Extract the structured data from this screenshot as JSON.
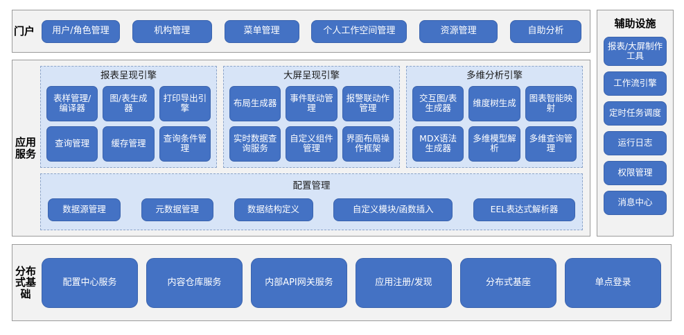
{
  "portal": {
    "label": "门户",
    "items": [
      {
        "label": "用户/角色管理",
        "w": "p-w1"
      },
      {
        "label": "机构管理",
        "w": "p-w2"
      },
      {
        "label": "菜单管理",
        "w": "p-w3"
      },
      {
        "label": "个人工作空间管理",
        "w": "p-w4"
      },
      {
        "label": "资源管理",
        "w": "p-w5"
      },
      {
        "label": "自助分析",
        "w": "p-w6"
      }
    ]
  },
  "app_services": {
    "label": "应用服务",
    "engines": [
      {
        "title": "报表呈现引擎",
        "items": [
          "表样管理/编译器",
          "图/表生成器",
          "打印导出引擎",
          "查询管理",
          "缓存管理",
          "查询条件管理"
        ]
      },
      {
        "title": "大屏呈现引擎",
        "items": [
          "布局生成器",
          "事件联动管理",
          "报警联动作管理",
          "实时数据查询服务",
          "自定义组件管理",
          "界面布局操作框架"
        ]
      },
      {
        "title": "多维分析引擎",
        "items": [
          "交互图/表生成器",
          "维度树生成",
          "图表智能映射",
          "MDX语法生成器",
          "多维模型解析",
          "多维查询管理"
        ]
      }
    ],
    "config": {
      "title": "配置管理",
      "items": [
        {
          "label": "数据源管理",
          "w": "c-w1"
        },
        {
          "label": "元数据管理",
          "w": "c-w2"
        },
        {
          "label": "数据结构定义",
          "w": "c-w3"
        },
        {
          "label": "自定义模块/函数插入",
          "w": "c-w4"
        },
        {
          "label": "EEL表达式解析器",
          "w": "c-w5"
        }
      ]
    }
  },
  "aux": {
    "title": "辅助设施",
    "items": [
      {
        "label": "报表/大屏制作工具",
        "tall": true
      },
      {
        "label": "工作流引擎",
        "tall": false
      },
      {
        "label": "定时任务调度",
        "tall": false
      },
      {
        "label": "运行日志",
        "tall": false
      },
      {
        "label": "权限管理",
        "tall": false
      },
      {
        "label": "消息中心",
        "tall": false
      }
    ]
  },
  "base": {
    "label": "分布式基础",
    "items": [
      "配置中心服务",
      "内容仓库服务",
      "内部API网关服务",
      "应用注册/发现",
      "分布式基座",
      "单点登录"
    ]
  },
  "colors": {
    "button_blue": "#4472C4",
    "panel_blue": "#D7E4F7",
    "section_gray": "#F2F2F2",
    "border_gray": "#9A9A9A"
  }
}
